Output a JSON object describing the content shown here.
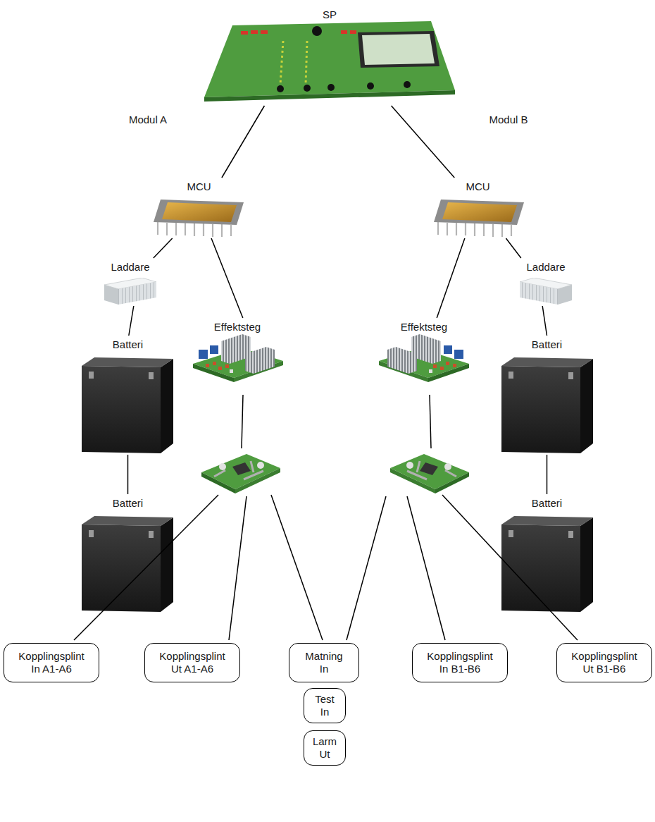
{
  "diagram": {
    "nodes": [
      {
        "text": [
          "SP"
        ]
      },
      {
        "text": [
          "MCU"
        ]
      },
      {
        "text": [
          "MCU"
        ]
      },
      {
        "text": [
          "Laddare"
        ]
      },
      {
        "text": [
          "Effektsteg"
        ]
      },
      {
        "text": [
          "Effektsteg"
        ]
      },
      {
        "text": [
          "Laddare"
        ]
      },
      {
        "text": [
          "Batteri"
        ]
      },
      {
        "text": [
          "Batteri"
        ]
      },
      {
        "text": [
          "Batteri"
        ]
      },
      {
        "text": [
          "Batteri"
        ]
      },
      {
        "text": [
          "Kopplingsplint In A1-A6"
        ]
      },
      {
        "text": [
          "Kopplingsplint Ut A1-A6"
        ]
      },
      {
        "text": [
          "Matning In"
        ]
      },
      {
        "text": [
          "Kopplingsplint In B1-B6"
        ]
      },
      {
        "text": [
          "Kopplingsplint Ut B1-B6"
        ]
      },
      {
        "text": [
          "Test In"
        ]
      },
      {
        "text": [
          "Larm Ut"
        ]
      }
    ],
    "edges": [
      {
        "from": 0,
        "to": 1,
        "arrow": "none"
      },
      {
        "from": 0,
        "to": 2,
        "arrow": "none"
      },
      {
        "from": 1,
        "to": 3,
        "arrow": "none"
      },
      {
        "from": 1,
        "to": 4,
        "arrow": "none"
      },
      {
        "from": 2,
        "to": 6,
        "arrow": "none"
      },
      {
        "from": 2,
        "to": 5,
        "arrow": "none"
      },
      {
        "from": 3,
        "to": 7,
        "arrow": "none"
      },
      {
        "from": 6,
        "to": 8,
        "arrow": "none"
      },
      {
        "from": 7,
        "to": 9,
        "arrow": "none"
      },
      {
        "from": 8,
        "to": 10,
        "arrow": "none"
      }
    ],
    "labels": [
      "Modul A",
      "Modul B"
    ]
  }
}
